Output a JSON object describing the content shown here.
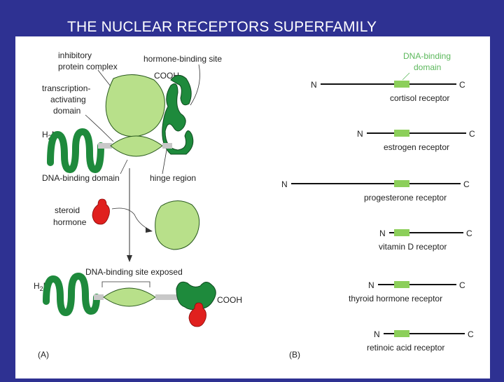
{
  "title": "THE NUCLEAR RECEPTORS SUPERFAMILY",
  "panelA": {
    "tag": "(A)",
    "labels": {
      "inhibitory": "inhibitory",
      "protein_complex": "protein complex",
      "hormone_binding_site": "hormone-binding site",
      "cooh_top": "COOH",
      "transcription": "transcription-",
      "activating": "activating",
      "domain": "domain",
      "h2n_top": "H",
      "h2n_top_sub": "2",
      "h2n_top_n": "N",
      "dna_binding_domain": "DNA-binding domain",
      "hinge_region": "hinge region",
      "steroid": "steroid",
      "hormone": "hormone",
      "dna_binding_site_exposed": "DNA-binding site exposed",
      "h2n_bottom": "H",
      "h2n_bottom_sub": "2",
      "h2n_bottom_n": "N",
      "cooh_bottom": "COOH"
    }
  },
  "panelB": {
    "tag": "(B)",
    "dna_label_1": "DNA-binding",
    "dna_label_2": "domain",
    "receptors": [
      {
        "name": "cortisol receptor",
        "n": "N",
        "c": "C"
      },
      {
        "name": "estrogen receptor",
        "n": "N",
        "c": "C"
      },
      {
        "name": "progesterone receptor",
        "n": "N",
        "c": "C"
      },
      {
        "name": "vitamin D receptor",
        "n": "N",
        "c": "C"
      },
      {
        "name": "thyroid hormone receptor",
        "n": "N",
        "c": "C"
      },
      {
        "name": "retinoic acid receptor",
        "n": "N",
        "c": "C"
      }
    ]
  },
  "colors": {
    "background": "#2e3192",
    "light_green": "#b8e08a",
    "dark_green": "#1e8a3c",
    "hormone_red": "#e0201e",
    "hinge_gray": "#c8c8c8",
    "dna_box_green": "#8ccf5a"
  }
}
